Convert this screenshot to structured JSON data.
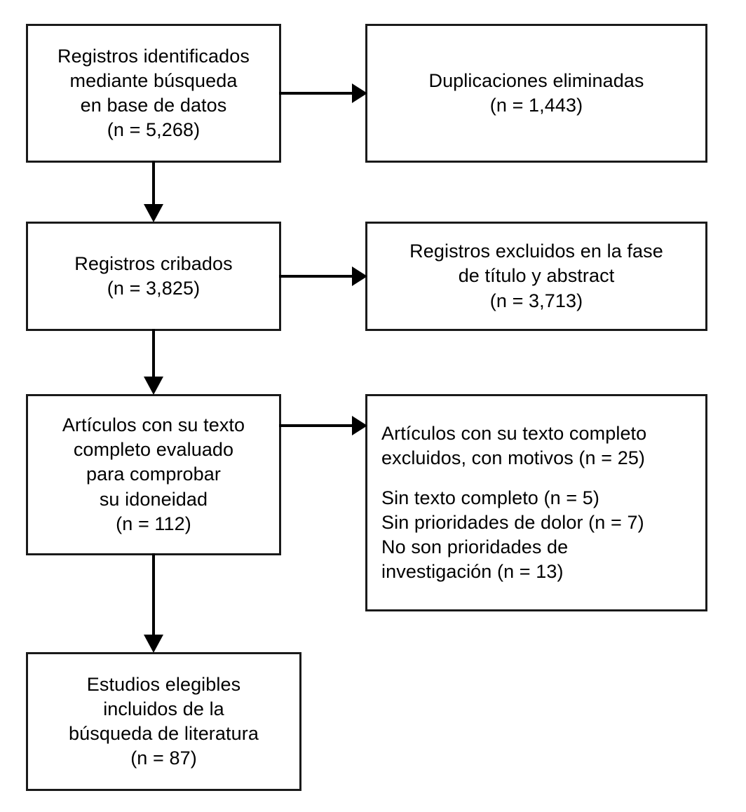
{
  "diagram": {
    "title": "PRISMA flow diagram",
    "language": "es",
    "background_color": "#ffffff",
    "line_color": "#000000",
    "box_border_color": "#1a1a1a",
    "text_color": "#000000"
  },
  "nodes": {
    "identified": {
      "name": "Registros identificados mediante búsqueda en base de datos",
      "lines": [
        "Registros identificados",
        "mediante búsqueda",
        "en base de datos",
        "(n = 5,268)"
      ],
      "count_label": "(n = 5,268)",
      "count": 5268
    },
    "duplicates": {
      "name": "Duplicaciones eliminadas",
      "lines": [
        "Duplicaciones eliminadas",
        "(n = 1,443)"
      ],
      "count_label": "(n = 1,443)",
      "count": 1443
    },
    "screened": {
      "name": "Registros cribados",
      "lines": [
        "Registros cribados",
        "(n = 3,825)"
      ],
      "count_label": "(n = 3,825)",
      "count": 3825
    },
    "excluded_title_abstract": {
      "name": "Registros excluidos en la fase de título y abstract",
      "lines": [
        "Registros excluidos en la fase",
        "de título y abstract",
        "(n = 3,713)"
      ],
      "count_label": "(n = 3,713)",
      "count": 3713
    },
    "fulltext_assessed": {
      "name": "Artículos con su texto completo evaluado para comprobar su idoneidad",
      "lines": [
        "Artículos con su texto",
        "completo evaluado",
        "para comprobar",
        "su idoneidad",
        "(n = 112)"
      ],
      "count_label": "(n = 112)",
      "count": 112
    },
    "excluded_fulltext": {
      "name": "Artículos con su texto completo excluidos, con motivos",
      "lines": [
        "Artículos con su texto completo",
        "excluidos, con motivos (n = 25)",
        "",
        "Sin texto completo (n = 5)",
        "Sin prioridades de dolor (n = 7)",
        "No son prioridades de",
        "investigación (n = 13)"
      ],
      "count_label": "(n = 25)",
      "count": 25,
      "reasons": [
        {
          "label": "Sin texto completo",
          "count_label": "(n = 5)",
          "count": 5
        },
        {
          "label": "Sin prioridades de dolor",
          "count_label": "(n = 7)",
          "count": 7
        },
        {
          "label": "No son prioridades de investigación",
          "count_label": "(n = 13)",
          "count": 13
        }
      ]
    },
    "included": {
      "name": "Estudios elegibles incluidos de la búsqueda de literatura",
      "lines": [
        "Estudios elegibles",
        "incluidos de la",
        "búsqueda de literatura",
        "(n = 87)"
      ],
      "count_label": "(n = 87)",
      "count": 87
    }
  },
  "connectors": [
    {
      "id": "identified-to-duplicates",
      "from": "identified",
      "to": "duplicates",
      "direction": "right"
    },
    {
      "id": "identified-to-screened",
      "from": "identified",
      "to": "screened",
      "direction": "down"
    },
    {
      "id": "screened-to-excluded-ta",
      "from": "screened",
      "to": "excluded_title_abstract",
      "direction": "right"
    },
    {
      "id": "screened-to-fulltext",
      "from": "screened",
      "to": "fulltext_assessed",
      "direction": "down"
    },
    {
      "id": "fulltext-to-excluded-ft",
      "from": "fulltext_assessed",
      "to": "excluded_fulltext",
      "direction": "right"
    },
    {
      "id": "fulltext-to-included",
      "from": "fulltext_assessed",
      "to": "included",
      "direction": "down"
    }
  ]
}
